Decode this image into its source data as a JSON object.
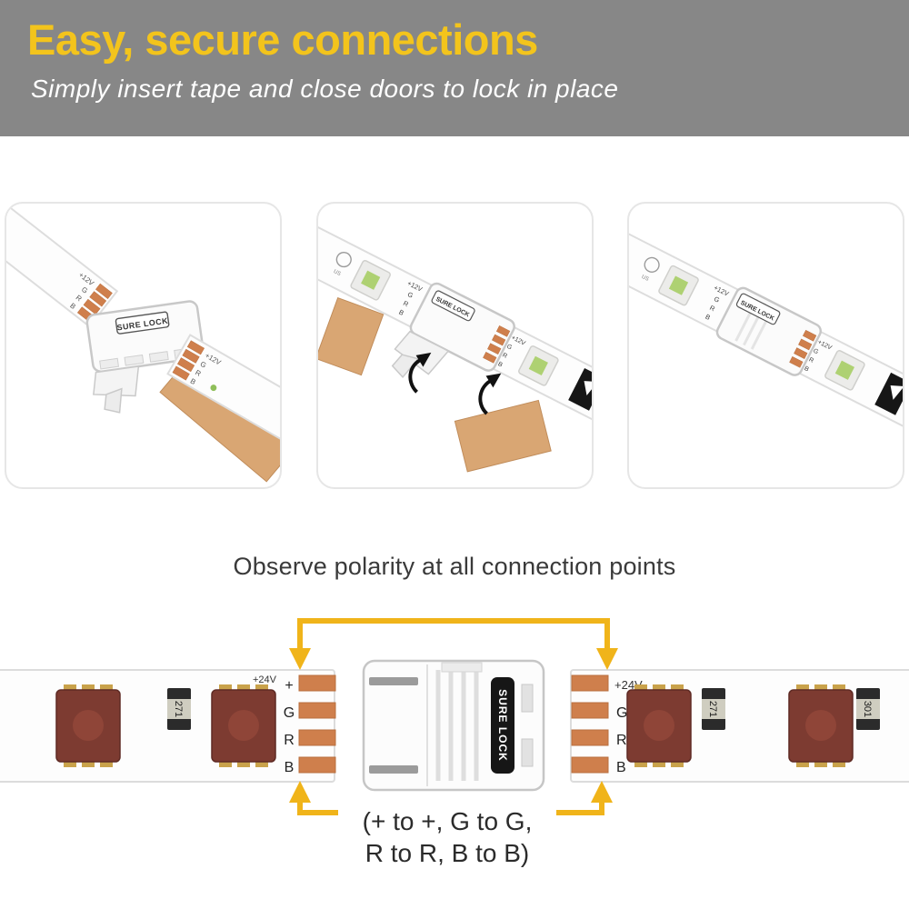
{
  "header": {
    "title": "Easy, secure connections",
    "subtitle": "Simply insert tape and close doors to lock in place"
  },
  "polarity": {
    "heading": "Observe polarity at all connection points",
    "caption_line1": "(+ to +, G to G,",
    "caption_line2": "R to R, B to B)"
  },
  "labels": {
    "v12": "+12V",
    "v24": "+24V",
    "plus": "+",
    "g": "G",
    "r": "R",
    "b": "B",
    "brand": "SURE LOCK",
    "cert": "us",
    "res_271": "271",
    "res_301": "301"
  },
  "colors": {
    "header_bg": "#878787",
    "title_yellow": "#f3c41c",
    "subtitle_white": "#ffffff",
    "arrow_yellow": "#f0b41a",
    "copper_pad": "#cf7f4c",
    "led_body": "#7d3b31",
    "tape_liner": "#d9a673",
    "text_dark": "#333333"
  }
}
